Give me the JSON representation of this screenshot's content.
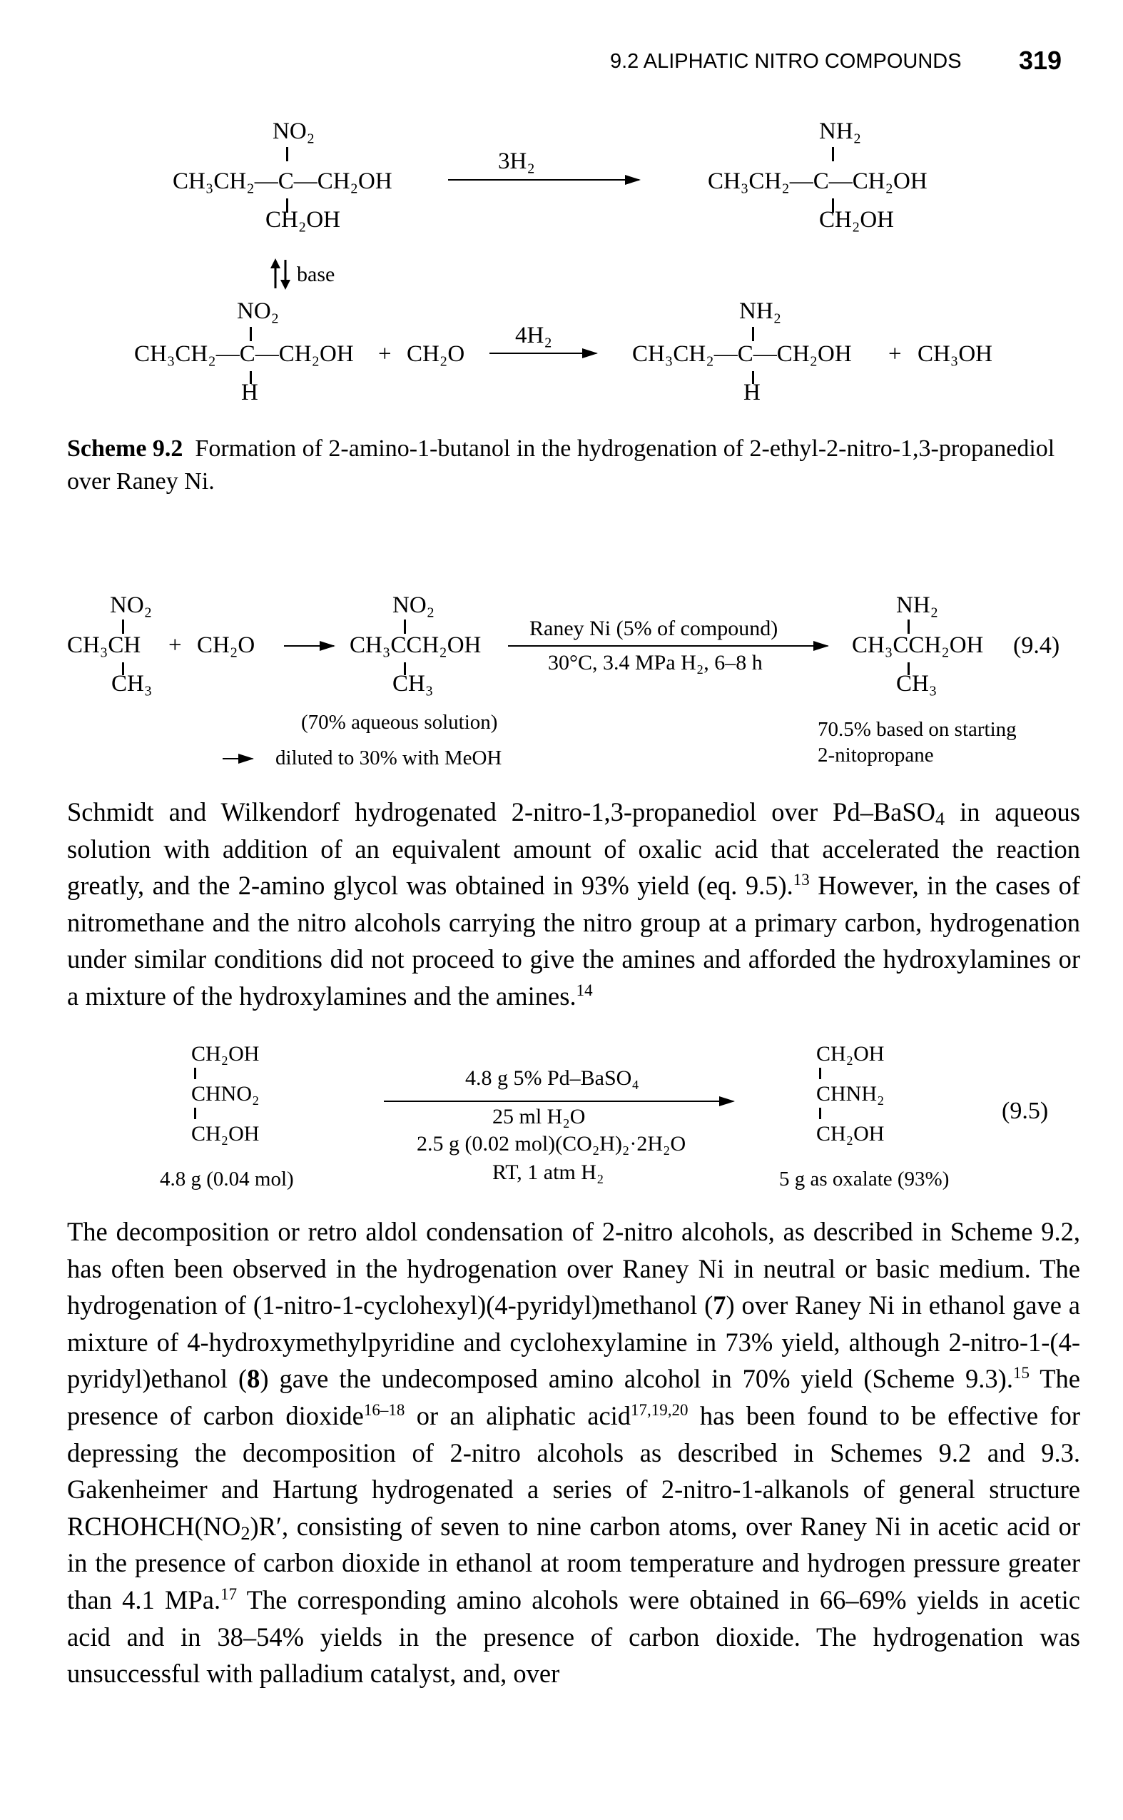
{
  "header": {
    "running_title": "9.2 ALIPHATIC NITRO COMPOUNDS",
    "page_number": "319"
  },
  "scheme_9_2": {
    "top_left": {
      "sub": "NO₂",
      "main": "CH₃CH₂—C—CH₂OH",
      "bottom": "CH₂OH"
    },
    "top_arrow_label": "3H₂",
    "top_right": {
      "sub": "NH₂",
      "main": "CH₃CH₂—C—CH₂OH",
      "bottom": "CH₂OH"
    },
    "base_label": "base",
    "bottom_left": {
      "sub": "NO₂",
      "main": "CH₃CH₂—C—CH₂OH",
      "bottom": "H"
    },
    "plus1": "+",
    "ch2o": "CH₂O",
    "bottom_arrow_label": "4H₂",
    "bottom_right": {
      "sub": "NH₂",
      "main": "CH₃CH₂—C—CH₂OH",
      "bottom": "H"
    },
    "plus2": "+",
    "ch3oh": "CH₃OH",
    "caption_label": "Scheme 9.2",
    "caption_text": "Formation of 2-amino-1-butanol in the hydrogenation of 2-ethyl-2-nitro-1,3-propanediol over Raney Ni."
  },
  "eq_9_4": {
    "r1": {
      "top": "NO₂",
      "main": "CH₃CH",
      "bottom": "CH₃"
    },
    "plus": "+",
    "ch2o": "CH₂O",
    "r2": {
      "top": "NO₂",
      "main": "CH₃CCH₂OH",
      "bottom": "CH₃"
    },
    "cond_top": "Raney Ni (5% of compound)",
    "cond_bottom": "30°C, 3.4 MPa H₂, 6–8 h",
    "p": {
      "top": "NH₂",
      "main": "CH₃CCH₂OH",
      "bottom": "CH₃"
    },
    "number": "(9.4)",
    "note1": "(70% aqueous solution)",
    "note2": "diluted to 30% with MeOH",
    "yield1": "70.5% based on starting",
    "yield2": "2-nitopropane"
  },
  "para1": {
    "t1": "Schmidt and Wilkendorf hydrogenated 2-nitro-1,3-propanediol over Pd–BaSO",
    "t1sub": "4",
    "t2": " in aqueous solution with addition of an equivalent amount of oxalic acid that accelerated the reaction greatly, and the 2-amino glycol was obtained in 93% yield (eq. 9.5).",
    "ref1": "13",
    "t3": " However, in the cases of nitromethane and the nitro alcohols carrying the nitro group at a primary carbon, hydrogenation under similar conditions did not proceed to give the amines and afforded the hydroxylamines or a mixture of the hydroxylamines and the amines.",
    "ref2": "14"
  },
  "eq_9_5": {
    "r": {
      "l1": "CH₂OH",
      "l2": "CHNO₂",
      "l3": "CH₂OH"
    },
    "r_amount": "4.8 g (0.04 mol)",
    "c1": "4.8 g 5% Pd–BaSO₄",
    "c2": "25 ml H₂O",
    "c3": "2.5 g (0.02 mol)(CO₂H)₂·2H₂O",
    "c4": "RT, 1 atm H₂",
    "p": {
      "l1": "CH₂OH",
      "l2": "CHNH₂",
      "l3": "CH₂OH"
    },
    "p_amount": "5 g as oxalate (93%)",
    "number": "(9.5)"
  },
  "para2": {
    "t1": "The decomposition or retro aldol condensation of 2-nitro alcohols, as described in Scheme 9.2, has often been observed in the hydrogenation over Raney Ni in neutral or basic medium. The hydrogenation of (1-nitro-1-cyclohexyl)(4-pyridyl)methanol (",
    "b1": "7",
    "t2": ") over Raney Ni in ethanol gave a mixture of 4-hydroxymethylpyridine and cyclohexylamine in 73% yield, although 2-nitro-1-(4-pyridyl)ethanol (",
    "b2": "8",
    "t3": ") gave the undecomposed amino alcohol in 70% yield (Scheme 9.3).",
    "ref1": "15",
    "t4": " The presence of carbon dioxide",
    "ref2": "16–18",
    "t5": " or an aliphatic acid",
    "ref3": "17,19,20",
    "t6": " has been found to be effective for depressing the decomposition of 2-nitro alcohols as described in Schemes 9.2 and 9.3. Gakenheimer and Hartung hydrogenated a series of 2-nitro-1-alkanols of general structure RCHOHCH(NO",
    "t6sub": "2",
    "t7": ")R′, consisting of seven to nine carbon atoms, over Raney Ni in acetic acid or in the presence of carbon dioxide in ethanol at room temperature and hydrogen pressure greater than 4.1 MPa.",
    "ref4": "17",
    "t8": " The corresponding amino alcohols were obtained in 66–69% yields in acetic acid and in 38–54% yields in the presence of carbon dioxide. The hydrogenation was unsuccessful with palladium catalyst, and, over"
  }
}
